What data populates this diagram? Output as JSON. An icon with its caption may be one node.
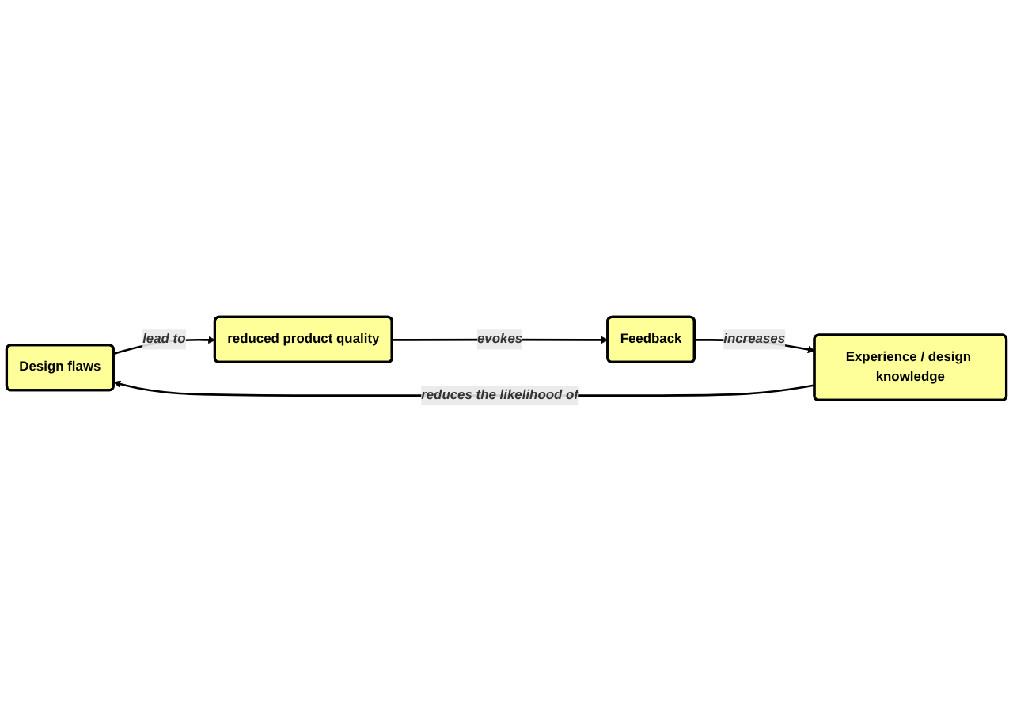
{
  "diagram": {
    "nodes": [
      {
        "text": [
          "Design flaws"
        ]
      },
      {
        "text": [
          "reduced product quality"
        ]
      },
      {
        "text": [
          "Feedback"
        ]
      },
      {
        "text": [
          "Experience / design knowledge"
        ]
      }
    ],
    "edges": [
      {
        "from": 0,
        "to": 1,
        "arrow": "to",
        "label": "lead to"
      },
      {
        "from": 1,
        "to": 2,
        "arrow": "to",
        "label": "evokes"
      },
      {
        "from": 2,
        "to": 3,
        "arrow": "to",
        "label": "increases"
      },
      {
        "from": 3,
        "to": 0,
        "arrow": "to",
        "label": "reduces the likelihood of"
      }
    ]
  }
}
